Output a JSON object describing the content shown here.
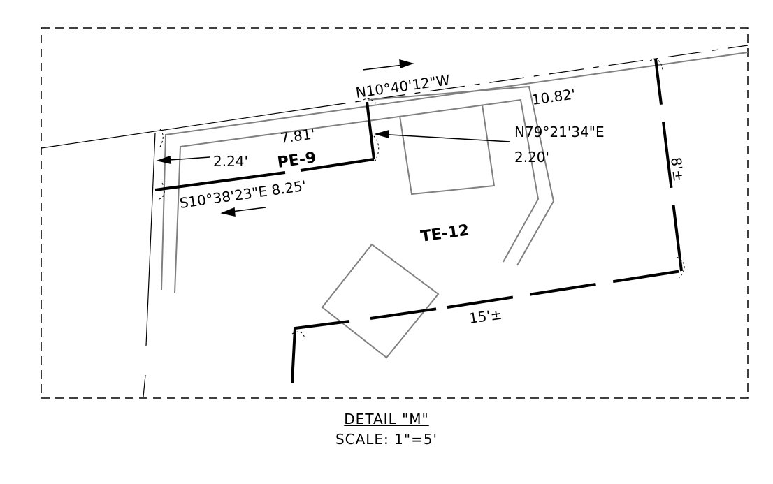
{
  "detail": {
    "title": "DETAIL \"M\"",
    "scale": "SCALE: 1\"=5'"
  },
  "labels": {
    "parcel_te": "TE-12",
    "parcel_pe": "PE-9",
    "bearing_top": "N10°40'12\"W",
    "bearing_right": "N79°21'34\"E",
    "dist_right": "2.20'",
    "dist_top": "10.82'",
    "dist_7_81": "7.81'",
    "dist_2_24": "2.24'",
    "bearing_bottom": "S10°38'23\"E 8.25'",
    "dist_8": "8'±",
    "dist_15": "15'±"
  },
  "colors": {
    "line": "#000000",
    "building": "#808080"
  }
}
